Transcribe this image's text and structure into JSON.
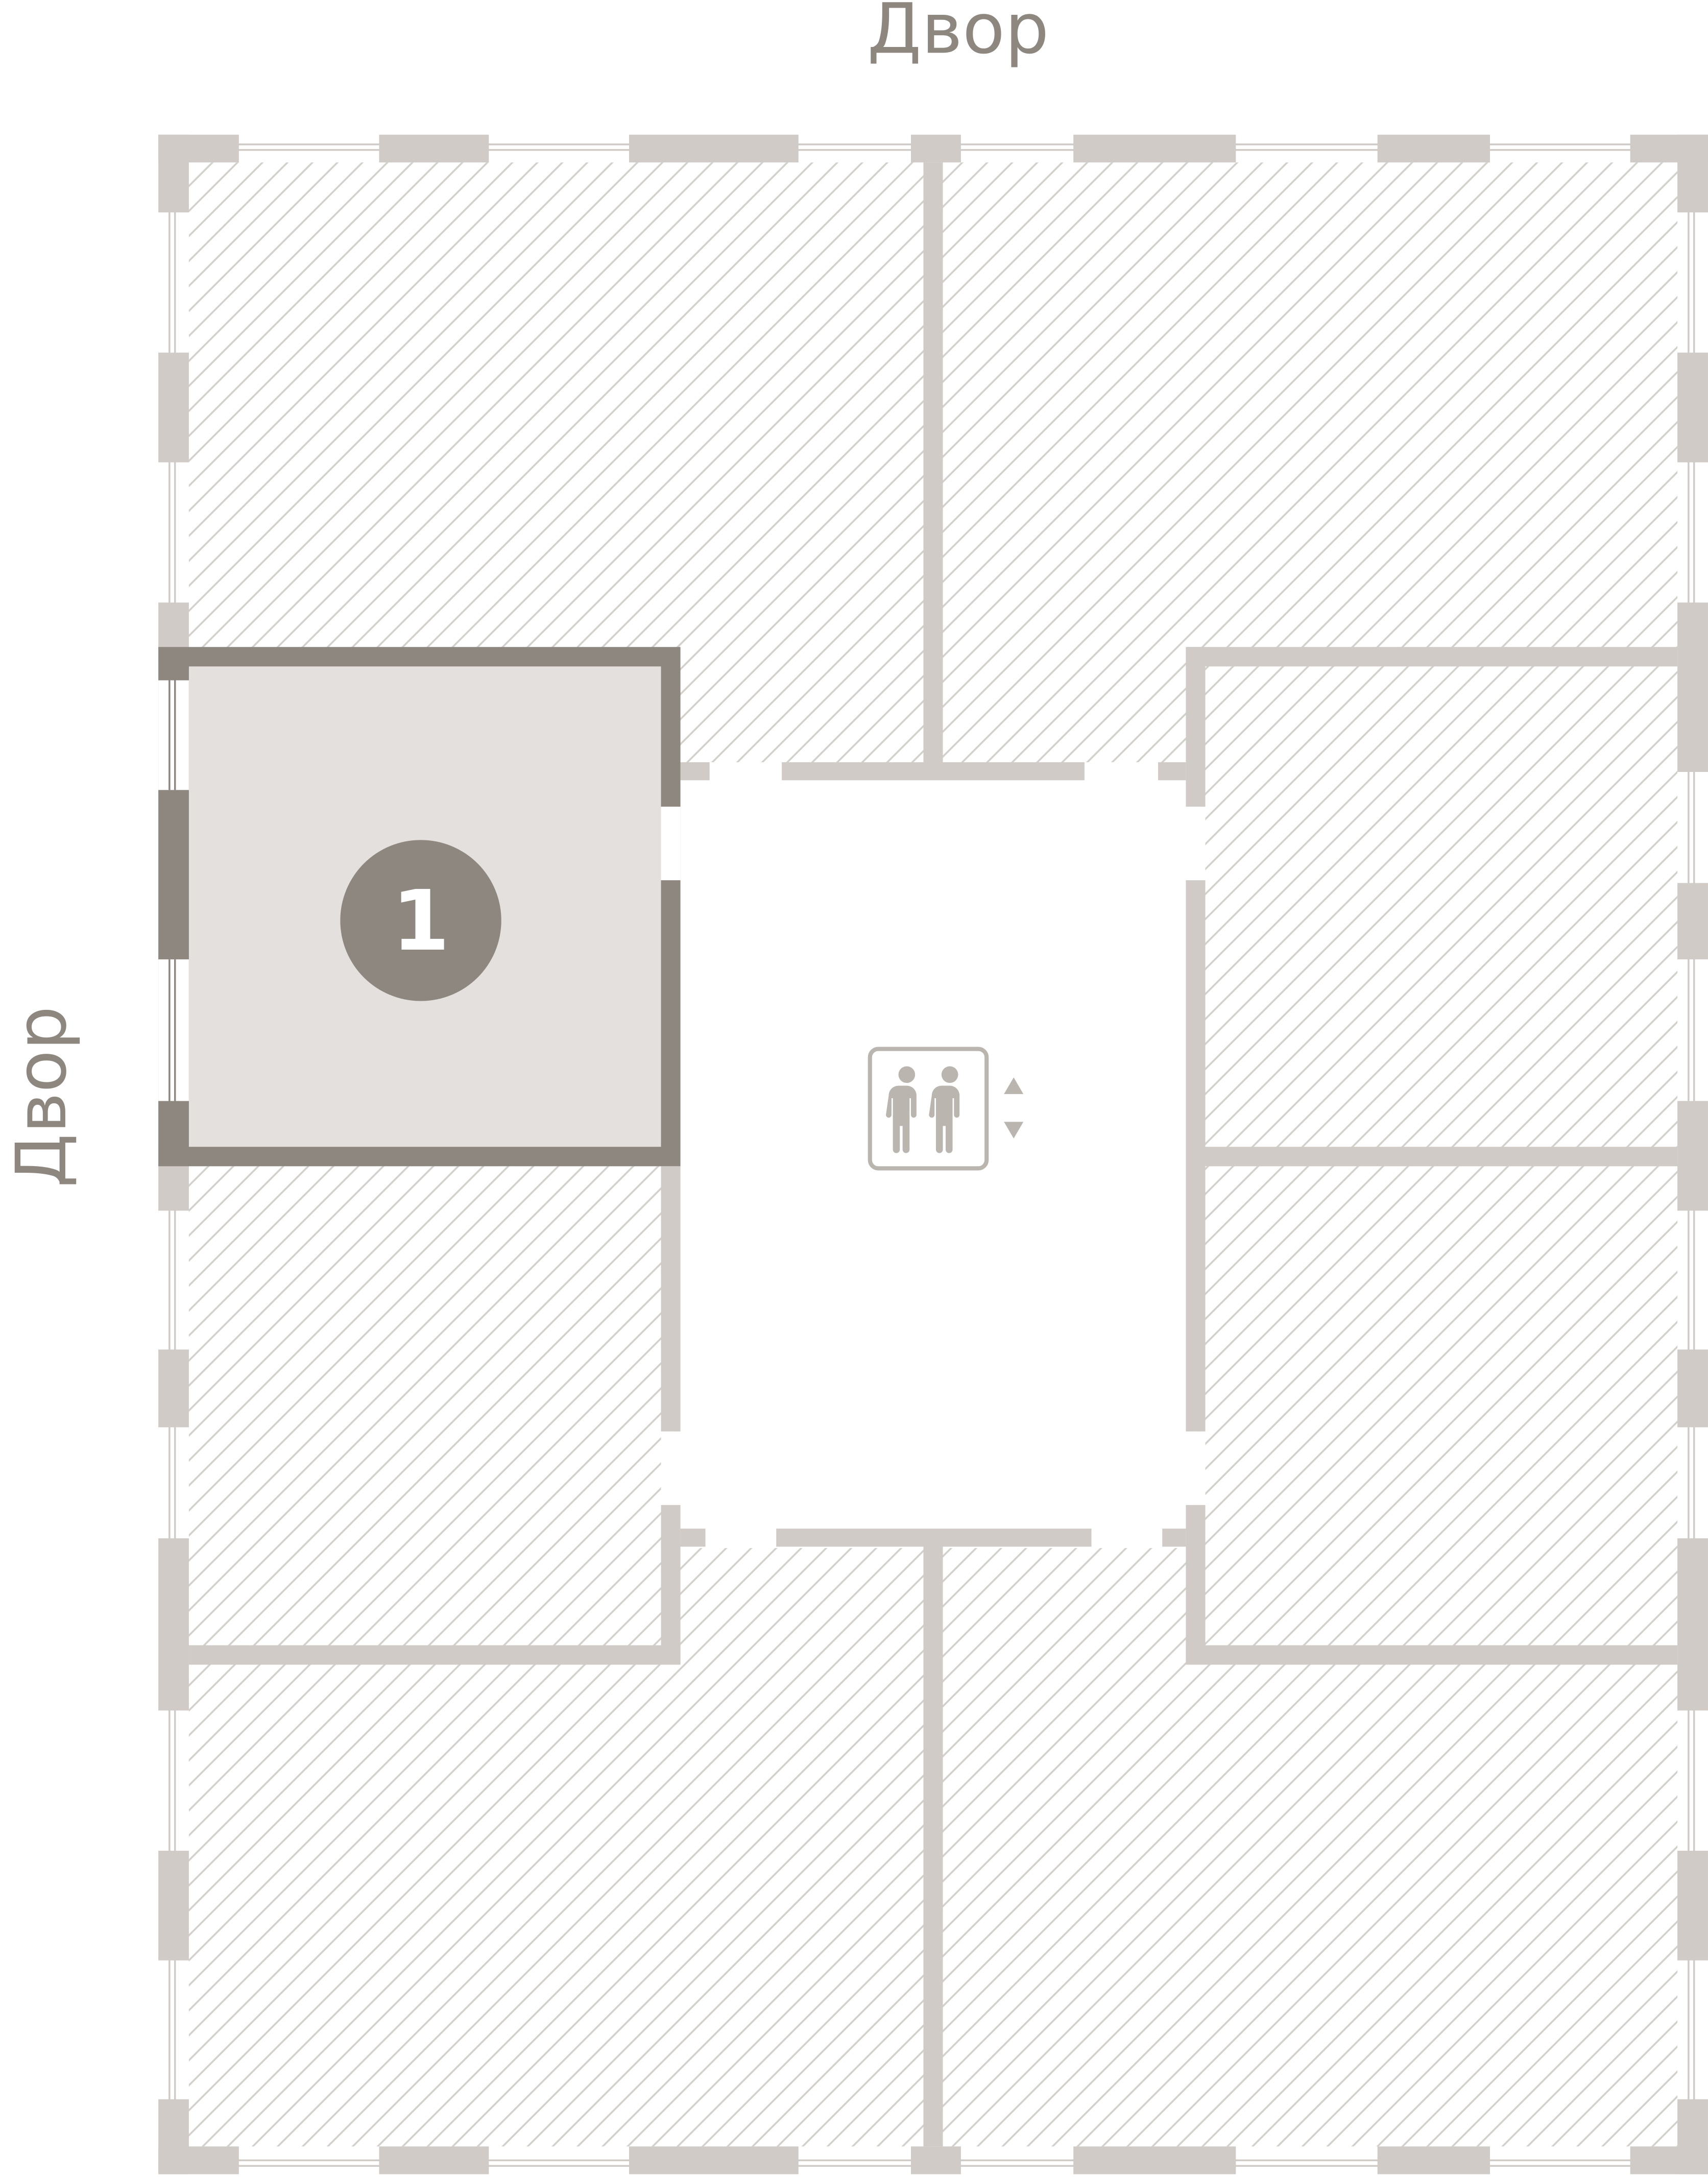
{
  "labels": {
    "top": "Двор",
    "left": "Двор"
  },
  "apartment": {
    "number": "1",
    "selected": true
  },
  "core": {
    "icon": "elevator-icon"
  },
  "colors": {
    "wall_light": "#d0cbc6",
    "wall_selected": "#8e8780",
    "apartment_fill": "#e3e0dd",
    "hatch": "#d3cfcb",
    "icon": "#bbb5b0",
    "label": "#8e8780"
  }
}
